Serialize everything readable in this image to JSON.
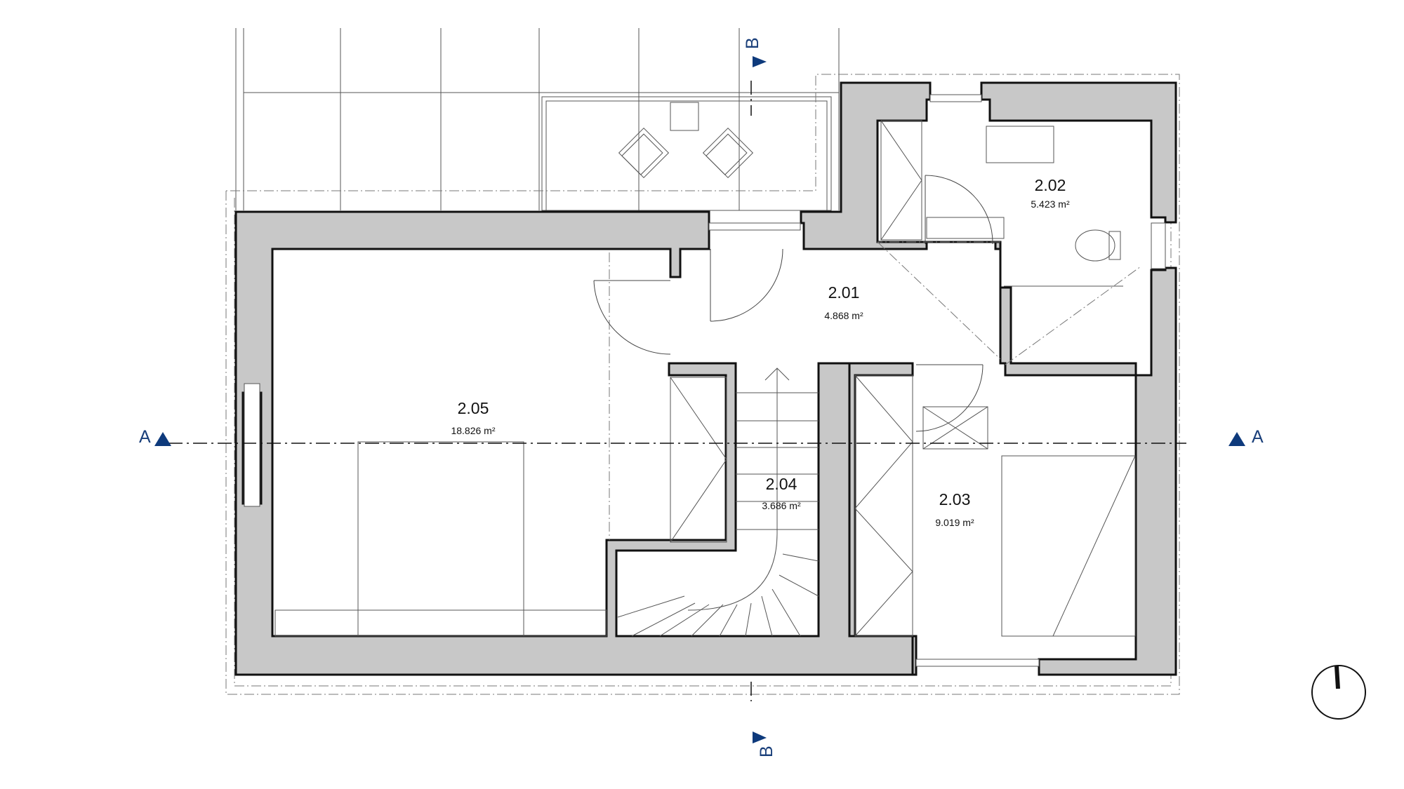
{
  "rooms": [
    {
      "id": "2.01",
      "area": "4.868 m²"
    },
    {
      "id": "2.02",
      "area": "5.423 m²"
    },
    {
      "id": "2.03",
      "area": "9.019 m²"
    },
    {
      "id": "2.04",
      "area": "3.686 m²"
    },
    {
      "id": "2.05",
      "area": "18.826 m²"
    }
  ],
  "sections": {
    "a_left": "A",
    "a_right": "A",
    "b_top": "B",
    "b_bottom": "B"
  },
  "colors": {
    "wall_fill": "#c8c8c8",
    "section_marker": "#0e3a7c"
  },
  "north_arrow_icon": "north-arrow-icon"
}
